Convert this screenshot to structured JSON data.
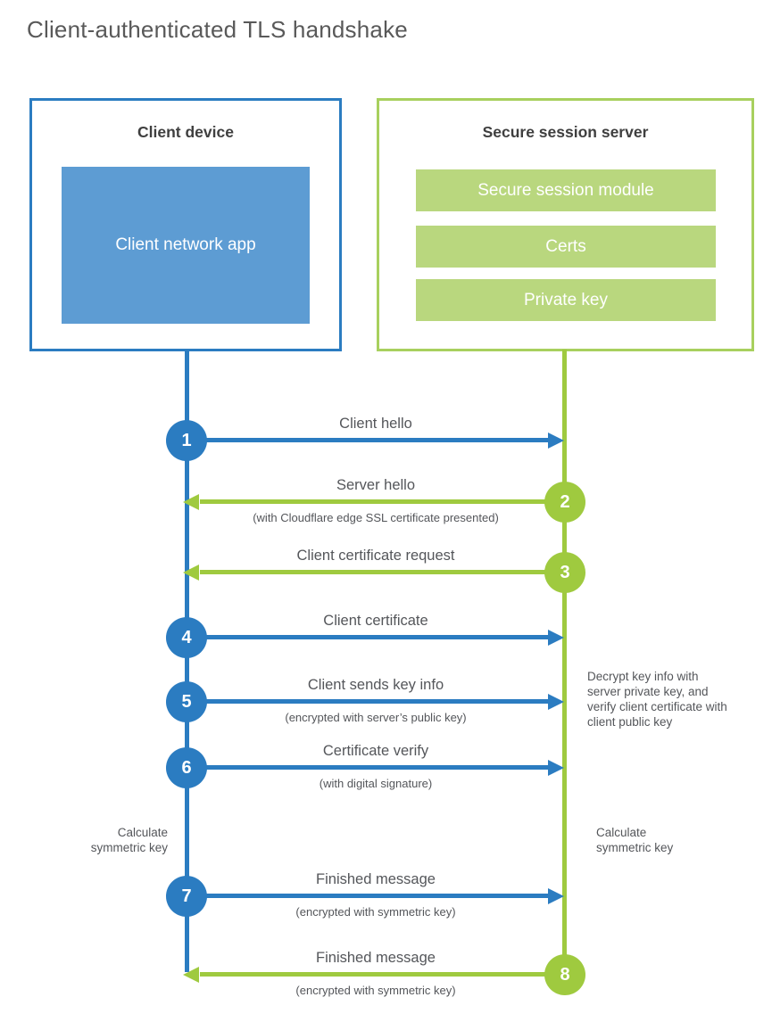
{
  "title": "Client-authenticated TLS handshake",
  "client_box": {
    "title": "Client device",
    "app_label": "Client network app"
  },
  "server_box": {
    "title": "Secure session server",
    "modules": [
      "Secure session module",
      "Certs",
      "Private key"
    ]
  },
  "steps": [
    {
      "num": "1",
      "label": "Client hello",
      "sub": "",
      "from": "client",
      "direction": "left-to-right"
    },
    {
      "num": "2",
      "label": "Server hello",
      "sub": "(with Cloudflare edge SSL certificate presented)",
      "from": "server",
      "direction": "right-to-left"
    },
    {
      "num": "3",
      "label": "Client certificate request",
      "sub": "",
      "from": "server",
      "direction": "right-to-left"
    },
    {
      "num": "4",
      "label": "Client certificate",
      "sub": "",
      "from": "client",
      "direction": "left-to-right"
    },
    {
      "num": "5",
      "label": "Client sends key info",
      "sub": "(encrypted with server’s public key)",
      "from": "client",
      "direction": "left-to-right"
    },
    {
      "num": "6",
      "label": "Certificate verify",
      "sub": "(with digital signature)",
      "from": "client",
      "direction": "left-to-right"
    },
    {
      "num": "7",
      "label": "Finished message",
      "sub": "(encrypted with symmetric key)",
      "from": "client",
      "direction": "left-to-right"
    },
    {
      "num": "8",
      "label": "Finished message",
      "sub": "(encrypted with symmetric key)",
      "from": "server",
      "direction": "right-to-left"
    }
  ],
  "annotations": {
    "decrypt_note": "Decrypt key info with server private key, and verify client certificate with client public key",
    "calc_left": "Calculate symmetric key",
    "calc_right": "Calculate symmetric key"
  },
  "colors": {
    "blue": "#2b7cc1",
    "blueFill": "#5d9cd3",
    "green": "#9fca3f",
    "greenBorder": "#a8d05e",
    "greenFill": "#b9d77e",
    "text": "#54565a",
    "heading": "#3f3f3f",
    "title": "#595959"
  }
}
